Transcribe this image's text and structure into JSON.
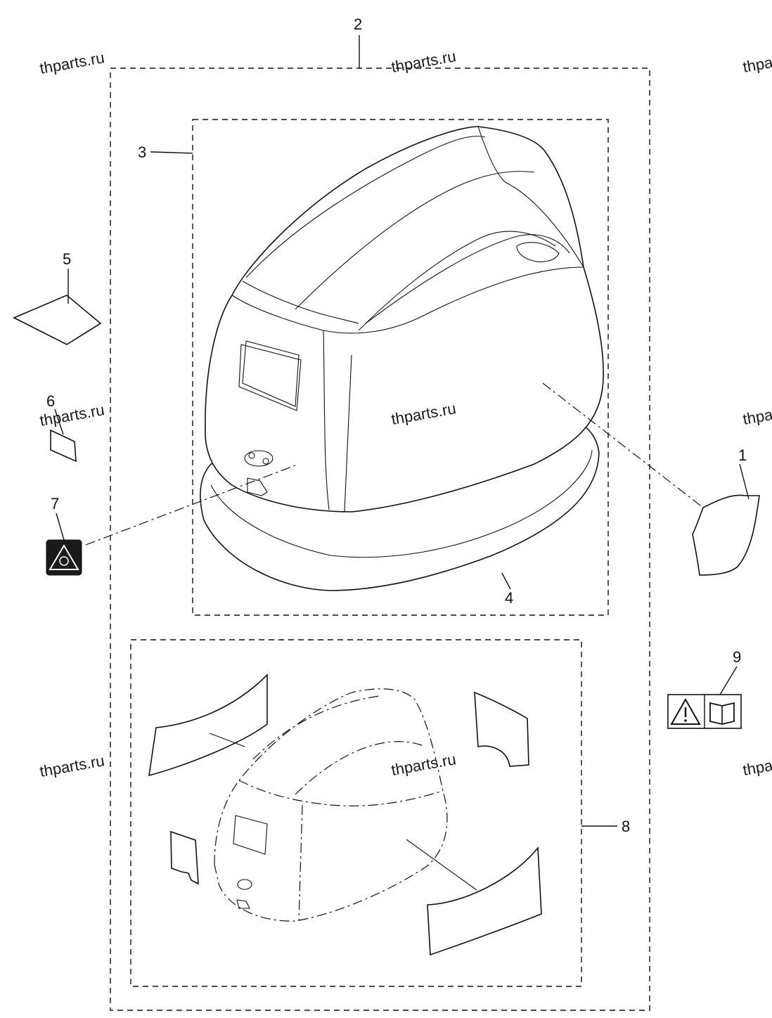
{
  "callouts": {
    "c1": "1",
    "c2": "2",
    "c3": "3",
    "c4": "4",
    "c5": "5",
    "c6": "6",
    "c7": "7",
    "c8": "8",
    "c9": "9"
  },
  "watermarks": [
    "thparts.ru",
    "thparts.ru",
    "thpa",
    "thparts.ru",
    "thparts.ru",
    "thpa",
    "thparts.ru",
    "thparts.ru",
    "thpa"
  ],
  "icons": {
    "label_7": "engine-warning-decal-icon",
    "label_9": "warning-manual-decal-icon"
  },
  "colors": {
    "line": "#111111",
    "background": "#ffffff",
    "decal_fill": "#1a1a1a"
  }
}
